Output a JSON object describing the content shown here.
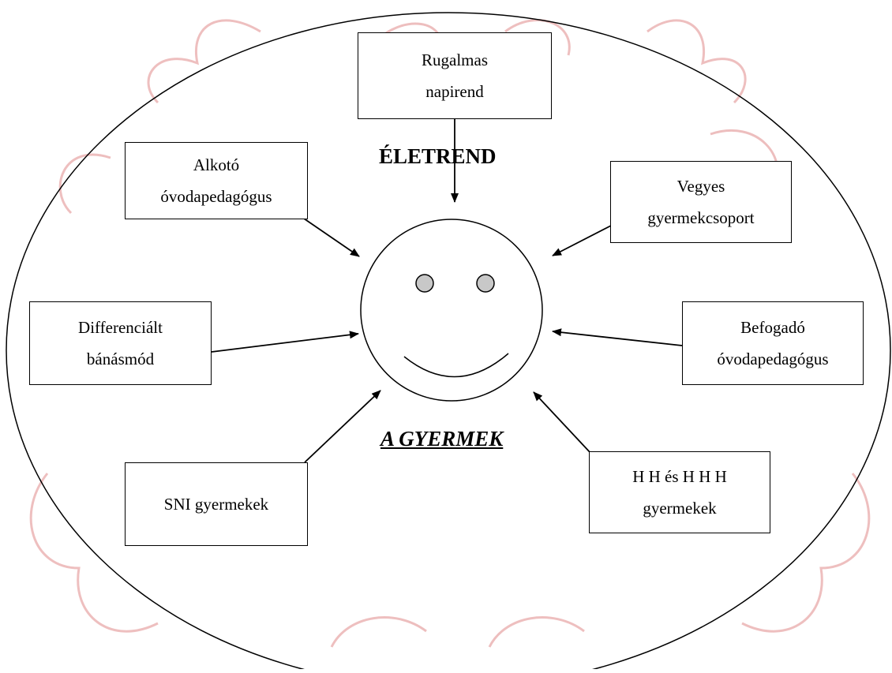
{
  "diagram": {
    "title": "ÉLETREND",
    "center_label": "A GYERMEK",
    "boxes": {
      "rugalmas": {
        "line1": "Rugalmas",
        "line2": "napirend"
      },
      "alkoto": {
        "line1": "Alkotó",
        "line2": "óvodapedagógus"
      },
      "vegyes": {
        "line1": "Vegyes",
        "line2": "gyermekcsoport"
      },
      "differencialt": {
        "line1": "Differenciált",
        "line2": "bánásmód"
      },
      "befogado": {
        "line1": "Befogadó",
        "line2": "óvodapedagógus"
      },
      "sni": {
        "line1": "SNI gyermekek"
      },
      "hh": {
        "line1": "H H és H H H",
        "line2": "gyermekek"
      }
    },
    "colors": {
      "line": "#000000",
      "eye_fill": "#c8c8c8",
      "watermark": "#e8a9a9"
    }
  }
}
